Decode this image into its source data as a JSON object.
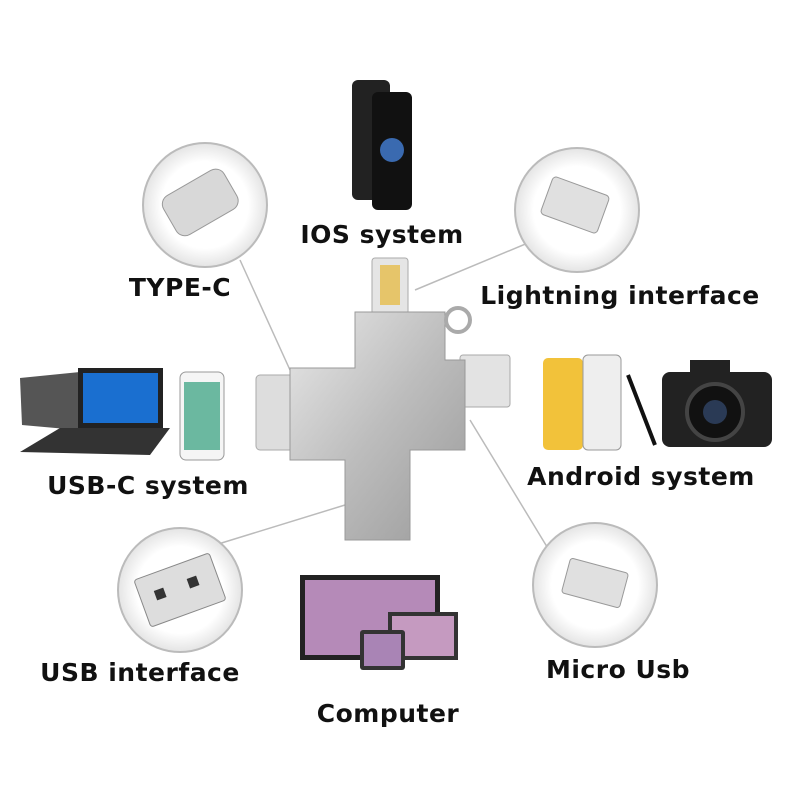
{
  "labels": {
    "ios": "IOS system",
    "type_c": "TYPE-C",
    "lightning": "Lightning interface",
    "usb_c_system": "USB-C system",
    "android": "Android system",
    "usb_interface": "USB interface",
    "micro_usb": "Micro Usb",
    "computer": "Computer"
  }
}
